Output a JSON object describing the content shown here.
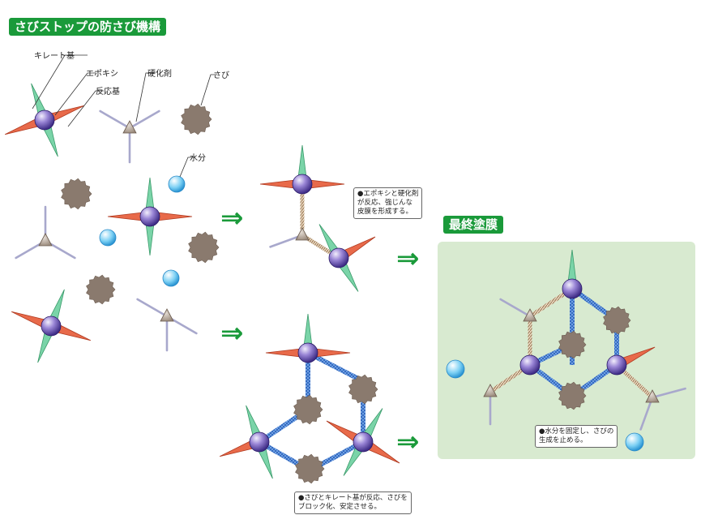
{
  "title": "さびストップの防さび機構",
  "final_title": "最終塗膜",
  "labels": {
    "chelate": "キレート基",
    "epoxy": "エポキシ",
    "reactive": "反応基",
    "hardener": "硬化剤",
    "rust": "さび",
    "water": "水分"
  },
  "notes": {
    "film": [
      "●エポキシと硬化剤",
      "が反応、強じんな",
      "皮膜を形成する。"
    ],
    "block": [
      "●さびとキレート基が反応、さびを",
      "ブロック化、安定させる。"
    ],
    "water_fix": [
      "●水分を固定し、さびの",
      "生成を止める。"
    ]
  },
  "arrow_glyph": "⇒",
  "colors": {
    "title_bg": "#1a9a3a",
    "final_bg": "#d8ead0",
    "rust": "#8a7a6e",
    "water": "#5ab8e8",
    "link": "#3a7ad0"
  }
}
